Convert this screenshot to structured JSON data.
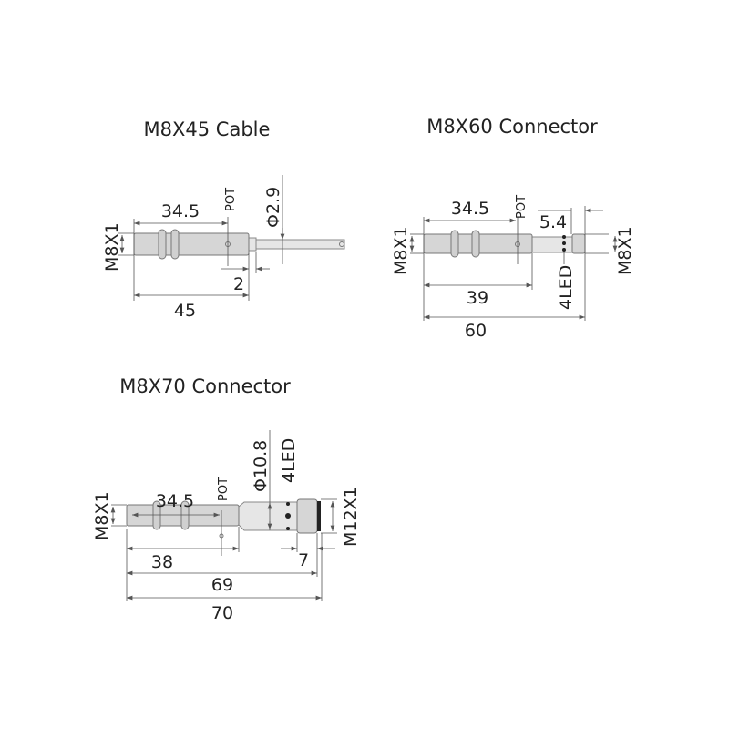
{
  "drawings": [
    {
      "title": "M8X45 Cable",
      "thread": "M8X1",
      "pot": "POT",
      "dims": {
        "sensing": "34.5",
        "cable_dia": "Φ2.9",
        "nut": "2",
        "length": "45"
      }
    },
    {
      "title": "M8X60 Connector",
      "thread": "M8X1",
      "connector_thread": "M8X1",
      "pot": "POT",
      "led": "4LED",
      "dims": {
        "sensing": "34.5",
        "connector": "5.4",
        "body": "39",
        "length": "60"
      }
    },
    {
      "title": "M8X70 Connector",
      "thread": "M8X1",
      "connector_thread": "M12X1",
      "pot": "POT",
      "led": "4LED",
      "dims": {
        "sensing": "34.5",
        "housing_dia": "Φ10.8",
        "body": "38",
        "nut": "7",
        "length_a": "69",
        "length_b": "70"
      }
    }
  ],
  "colors": {
    "body": "#d6d6d6",
    "line": "#555555"
  }
}
